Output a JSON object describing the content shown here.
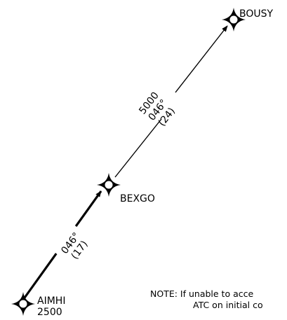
{
  "waypoints": [
    {
      "name": "AIMHI",
      "altitude": "2500"
    },
    {
      "name": "BEXGO"
    },
    {
      "name": "BOUSY"
    }
  ],
  "legs": [
    {
      "from": "AIMHI",
      "to": "BEXGO",
      "course": "046°",
      "distance": "(17)",
      "style": "heavy"
    },
    {
      "from": "BEXGO",
      "to": "BOUSY",
      "altitude": "5000",
      "course": "046°",
      "distance": "(24)",
      "style": "thin"
    }
  ],
  "note": {
    "line1": "NOTE: If unable to acce",
    "line2": "ATC on initial co"
  }
}
